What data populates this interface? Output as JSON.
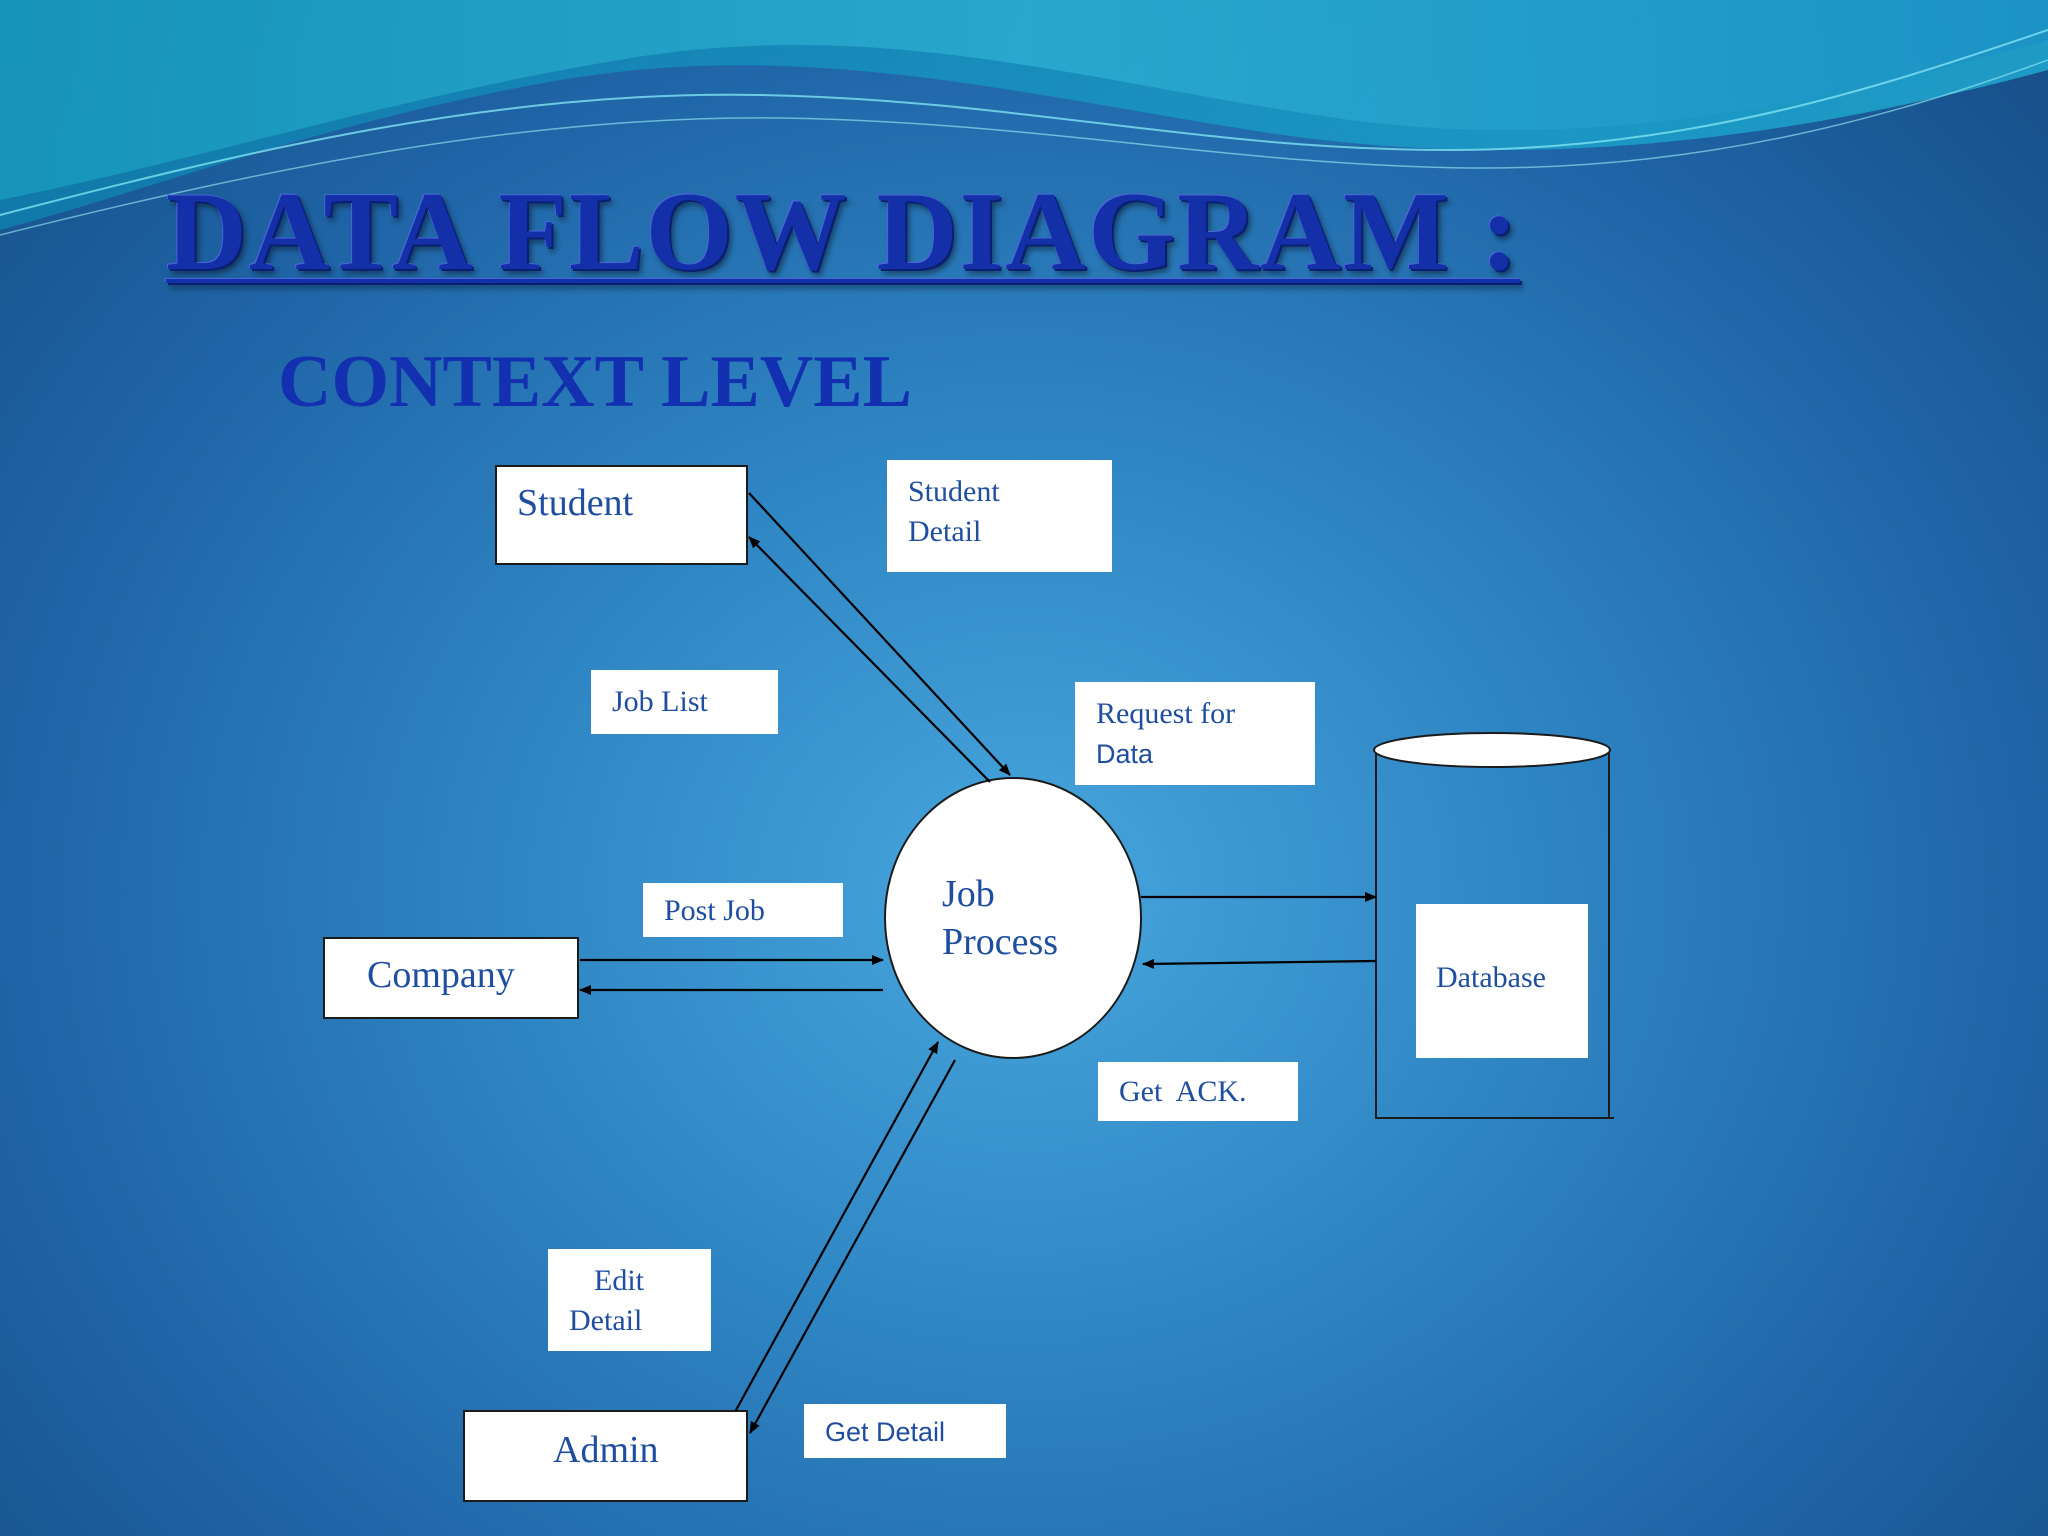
{
  "slide": {
    "title": "DATA FLOW DIAGRAM :",
    "subtitle": "CONTEXT LEVEL"
  },
  "entities": {
    "student": "Student",
    "company": "Company",
    "admin": "Admin"
  },
  "process": {
    "line1": "Job",
    "line2": "Process"
  },
  "datastore": {
    "label": "Database"
  },
  "flows": {
    "student_detail": {
      "line1": "Student",
      "line2": "Detail"
    },
    "job_list": "Job List",
    "request_for_data": {
      "line1": "Request for",
      "line2": "Data"
    },
    "post_job": "Post Job",
    "get_ack": "Get  ACK.",
    "edit_detail": {
      "line1": "Edit",
      "line2": "Detail"
    },
    "get_detail": "Get Detail"
  },
  "colors": {
    "title": "#1430a8",
    "text": "#1f4ea0",
    "background": "#2f86c4"
  }
}
